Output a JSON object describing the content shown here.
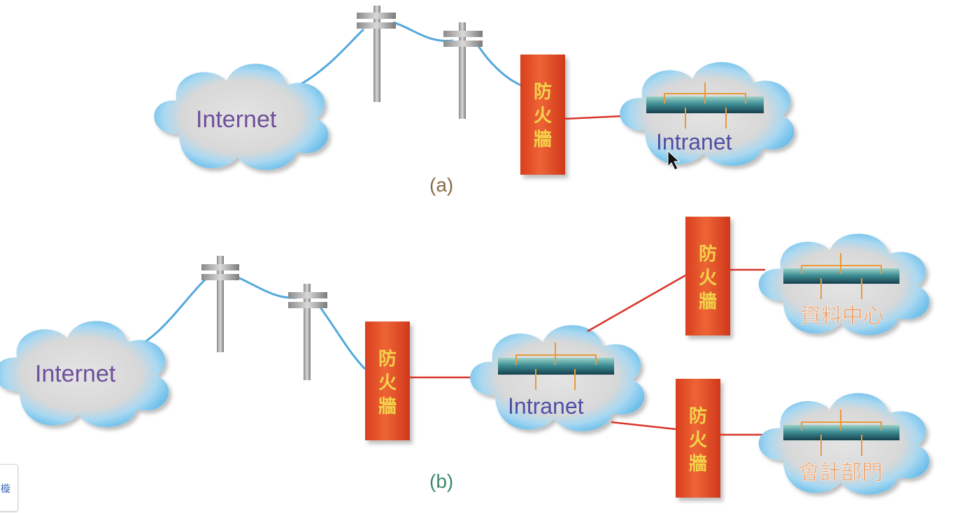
{
  "diagram_a": {
    "caption": "(a)",
    "internet_label": "Internet",
    "intranet_label": "Intranet",
    "firewall_text": "防火牆"
  },
  "diagram_b": {
    "caption": "(b)",
    "internet_label": "Internet",
    "intranet_label": "Intranet",
    "firewall_text": "防火牆",
    "branch_data_center": "資料中心",
    "branch_accounting": "會計部門"
  },
  "corner_widget": {
    "glyph": "㯀"
  },
  "colors": {
    "cloud_fill": "#dcdcdc",
    "cloud_edge": "#74c3ec",
    "firewall_fill": "#e4502a",
    "firewall_text": "#f2d34a",
    "wire": "#55a9dc",
    "link": "#d9352a",
    "bus": "#1e5a68",
    "bus_tap": "#e79a3b"
  }
}
